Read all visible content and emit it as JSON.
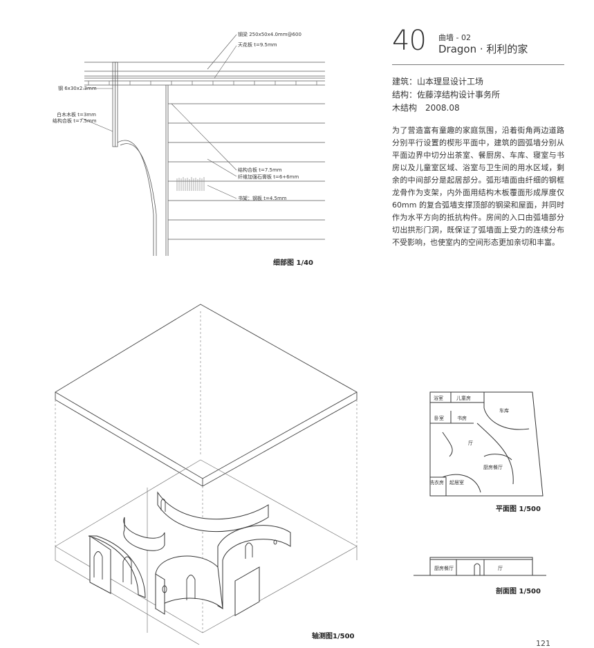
{
  "header": {
    "number": "40",
    "category": "曲墙 - 02",
    "title": "Dragon · 利利的家"
  },
  "credits": [
    "建筑：山本理显设计工场",
    "结构：佐藤淳结构设计事务所",
    "木结构　2008.08"
  ],
  "description": "为了营造富有童趣的家庭氛围，沿着街角两边道路分别平行设置的楔形平面中，建筑的圆弧墙分别从平面边界中切分出茶室、餐厨房、车库、寝室与书房以及儿童室区域、浴室与卫生间的用水区域，剩余的中间部分是起居部分。弧形墙面由纤细的钢框龙骨作为支架，内外面用结构木板覆面形成厚度仅60mm 的复合弧墙支撑顶部的钢梁和屋面，并同时作为水平方向的抵抗构件。房间的入口由弧墙部分切出拱形门洞，既保证了弧墙面上受力的连续分布不受影响，也使室内的空间形态更加亲切和丰富。",
  "detail": {
    "caption": "细部图 1/40",
    "labels": {
      "beam": "钢梁 250x50x4.0mm@600",
      "ceiling": "天花板 t=9.5mm",
      "steel": "钢 6x30x2.3mm",
      "veneer": "白木木板 t=3mm",
      "plywood": "结构合板 t=7.5mm",
      "struct_plywood": "结构合板 t=7.5mm",
      "gypsum": "纤维加强石膏板 t=6+6mm",
      "shelf": "书架：钢板 t=4.5mm"
    }
  },
  "axon": {
    "caption": "轴测图1/500"
  },
  "plan": {
    "caption": "平面图 1/500",
    "rooms": {
      "bath": "浴室",
      "kids": "儿童房",
      "garage": "车库",
      "bedroom": "卧室",
      "study": "书房",
      "hall": "厅",
      "kitchen": "厨房餐厅",
      "laundry": "洗衣房",
      "living": "起居室"
    }
  },
  "section": {
    "caption": "剖面图 1/500",
    "rooms": {
      "kitchen": "厨房餐厅",
      "hall": "厅"
    }
  },
  "page_number": "121"
}
